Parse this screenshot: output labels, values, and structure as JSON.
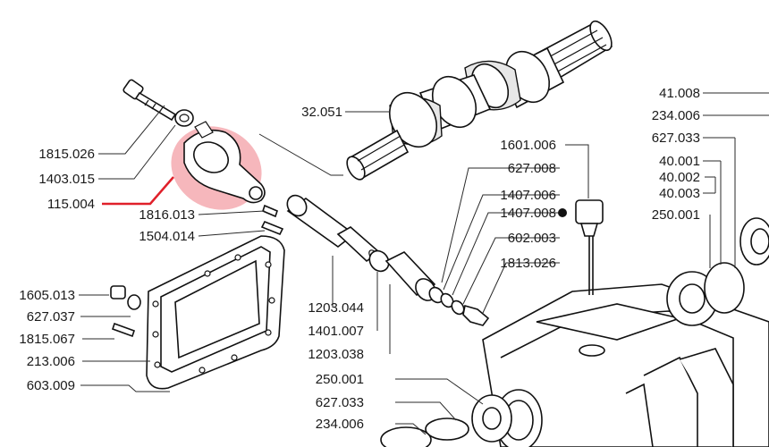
{
  "labels": {
    "l_41008": "41.008",
    "l_234006_top": "234.006",
    "l_627033_top": "627.033",
    "l_40001": "40.001",
    "l_40002": "40.002",
    "l_40003": "40.003",
    "l_250001_top": "250.001",
    "l_32051": "32.051",
    "l_1601006": "1601.006",
    "l_627008": "627.008",
    "l_1407006": "1407.006",
    "l_1407008": "1407.008",
    "l_602003": "602.003",
    "l_1813026": "1813.026",
    "l_1815026": "1815.026",
    "l_1403015": "1403.015",
    "l_115004": "115.004",
    "l_1816013": "1816.013",
    "l_1504014": "1504.014",
    "l_1605013": "1605.013",
    "l_627037": "627.037",
    "l_1815067": "1815.067",
    "l_213006": "213.006",
    "l_603009": "603.009",
    "l_1203044": "1203.044",
    "l_1401007": "1401.007",
    "l_1203038": "1203.038",
    "l_250001_bot": "250.001",
    "l_627033_bot": "627.033",
    "l_234006_bot": "234.006"
  },
  "highlight": {
    "part": "115.004",
    "fill_color": "#f4a5ab",
    "line_color": "#e0202a"
  }
}
